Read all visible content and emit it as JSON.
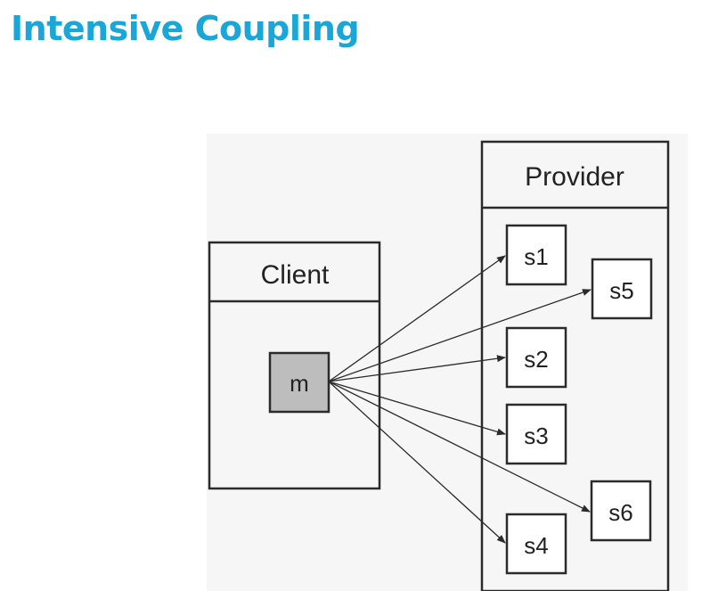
{
  "title": "Intensive Coupling",
  "colors": {
    "title": "#1aa7d8",
    "panel_background": "#f6f6f6",
    "border": "#2b2b2b",
    "method_fill": "#bdbdbd",
    "box_fill": "#ffffff"
  },
  "client": {
    "header": "Client",
    "method_label": "m"
  },
  "provider": {
    "header": "Provider",
    "services": [
      "s1",
      "s5",
      "s2",
      "s3",
      "s6",
      "s4"
    ]
  }
}
